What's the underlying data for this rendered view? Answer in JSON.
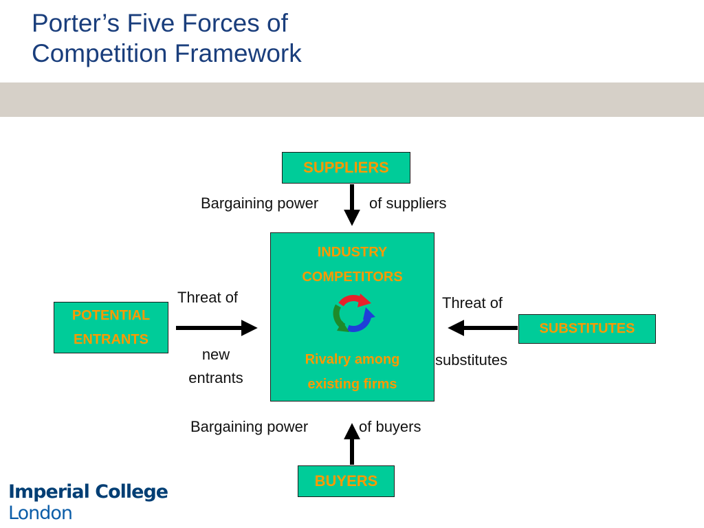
{
  "title": {
    "line1": "Porter’s Five Forces of",
    "line2": "Competition Framework"
  },
  "diagram": {
    "suppliers": "SUPPLIERS",
    "buyers": "BUYERS",
    "potential_entrants": {
      "line1": "POTENTIAL",
      "line2": "ENTRANTS"
    },
    "substitutes": "SUBSTITUTES",
    "industry": {
      "line1": "INDUSTRY",
      "line2": "COMPETITORS",
      "line3": "Rivalry among",
      "line4": "existing firms"
    },
    "labels": {
      "suppliers_power_a": "Bargaining power",
      "suppliers_power_b": "of suppliers",
      "buyers_power_a": "Bargaining power",
      "buyers_power_b": "of buyers",
      "entrants_a": "Threat of",
      "entrants_b": "new",
      "entrants_c": "entrants",
      "substitutes_a": "Threat of",
      "substitutes_b": "substitutes"
    },
    "colors": {
      "box_fill": "#00cc99",
      "box_text": "#ff9900",
      "cycle_red": "#e8202a",
      "cycle_blue": "#1f3fd8",
      "cycle_green": "#1e8a2a"
    },
    "cycle_icon": "cycle-arrows-icon"
  },
  "logo": {
    "line1": "Imperial College",
    "line2": "London"
  }
}
